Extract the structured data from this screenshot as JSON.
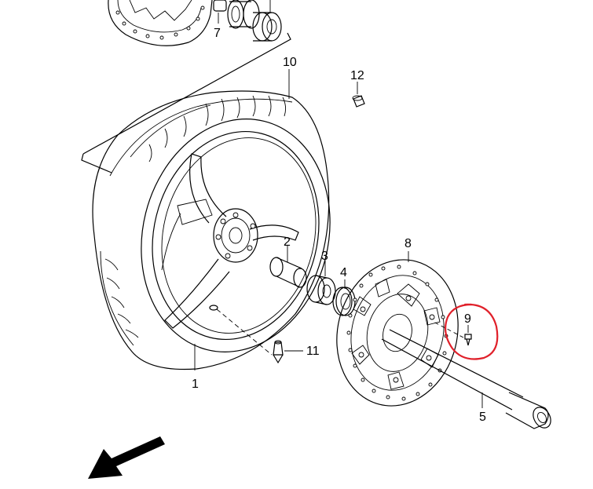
{
  "callouts": {
    "wheel": "1",
    "spacer": "2",
    "bearing": "3",
    "oil_seal": "4",
    "axle": "5",
    "upper_part": "7",
    "brake_disc": "8",
    "disc_bolt": "9",
    "tire": "10",
    "valve": "11",
    "valve_cap": "12"
  },
  "highlight_color": "#e0202a"
}
